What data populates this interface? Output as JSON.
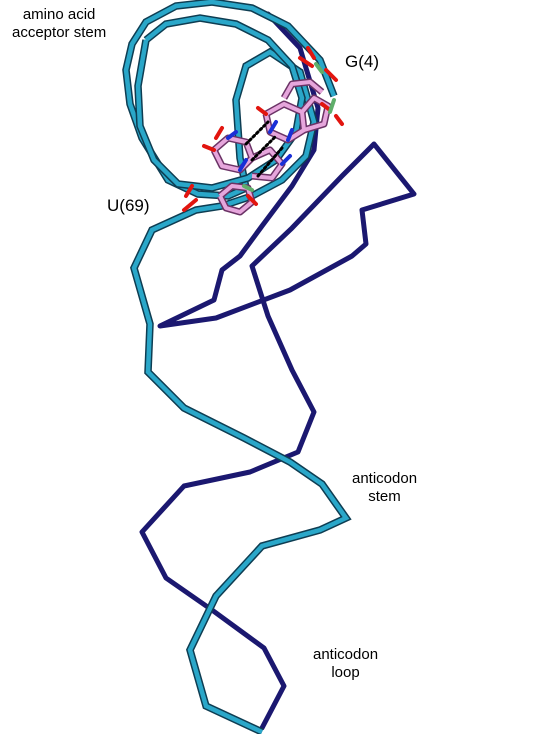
{
  "labels": {
    "acceptor_stem_line1": "amino acid",
    "acceptor_stem_line2": "acceptor stem",
    "g4": "G(4)",
    "u69": "U(69)",
    "anticodon_stem_line1": "anticodon",
    "anticodon_stem_line2": "stem",
    "anticodon_loop_line1": "anticodon",
    "anticodon_loop_line2": "loop"
  },
  "colors": {
    "strand_light": "#2aa7c9",
    "strand_light_outline": "#0e3d52",
    "strand_dark": "#1b1870",
    "base_pink": "#e6a6dc",
    "base_pink_outline": "#6b3366",
    "nitrogen_blue": "#1a2fd6",
    "oxygen_red": "#e2150f",
    "phosphorus_green": "#5fae6a",
    "hbond_dots": "#000000"
  }
}
